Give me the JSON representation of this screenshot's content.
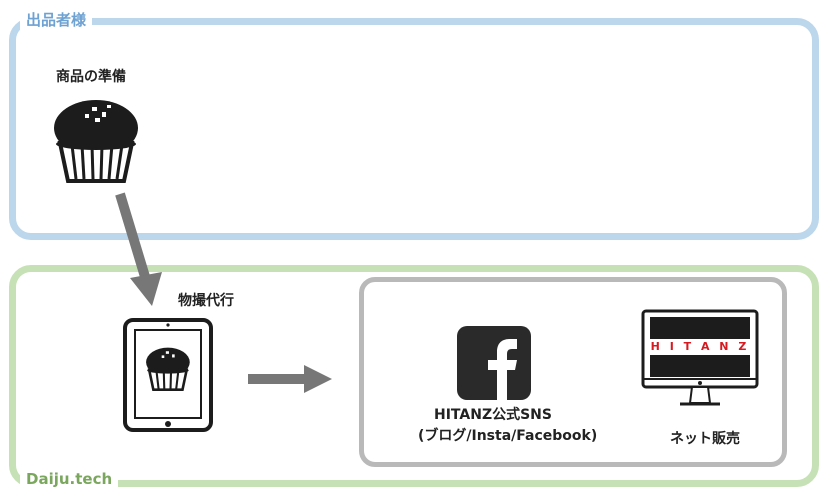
{
  "seller": {
    "label": "出品者様",
    "item_label": "商品の準備"
  },
  "daiju": {
    "label": "Daiju.tech",
    "photo_label": "物撮代行",
    "sns": {
      "line1": "HITANZ公式SNS",
      "line2": "(ブログ/Insta/Facebook)"
    },
    "net": {
      "label": "ネット販売",
      "screen_text": "H I T A N Z"
    }
  },
  "colors": {
    "seller_border": "#bcd6ec",
    "daiju_border": "#c6e1b5",
    "output_border": "#b9b9b9",
    "arrow": "#777777",
    "brand_red": "#d71920"
  }
}
